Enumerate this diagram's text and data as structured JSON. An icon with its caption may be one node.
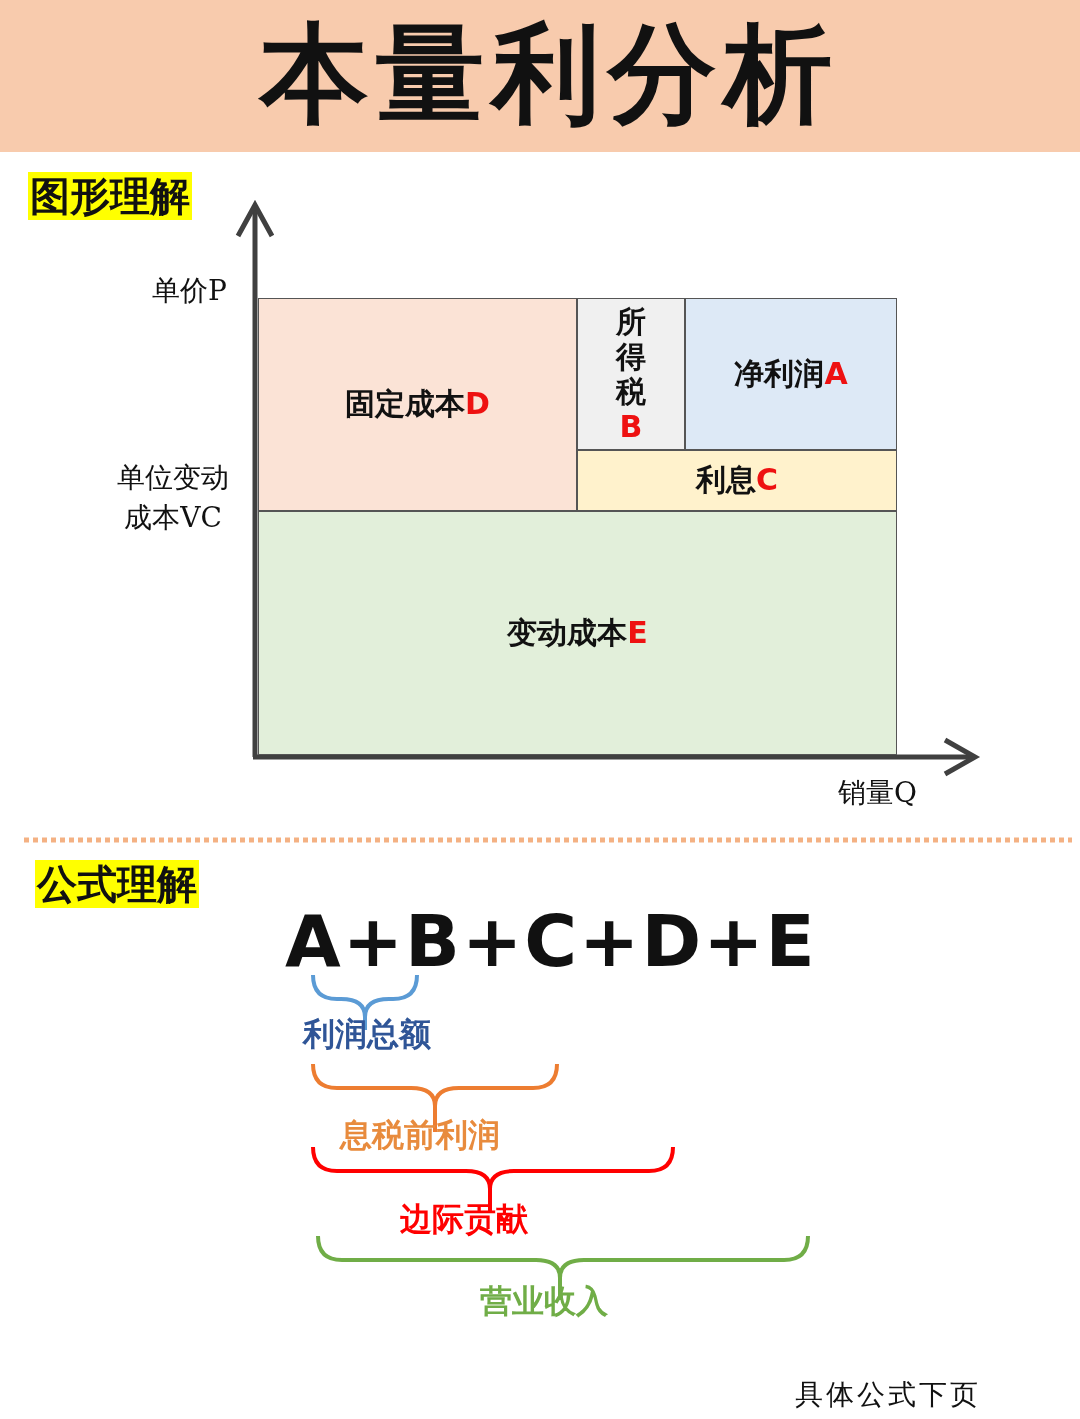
{
  "diagram": {
    "title": "本量利分析",
    "nodes": [
      {
        "text": [
          "固定成本",
          "D"
        ]
      },
      {
        "text": [
          "所得税",
          "B"
        ]
      },
      {
        "text": [
          "净利润",
          "A"
        ]
      },
      {
        "text": [
          "利息",
          "C"
        ]
      },
      {
        "text": [
          "变动成本",
          "E"
        ]
      }
    ],
    "labels": [
      "图形理解",
      "单价P",
      "单位变动成本VC",
      "销量Q",
      "公式理解",
      "A+B+C+D+E",
      "利润总额",
      "息税前利润",
      "边际贡献",
      "营业收入",
      "具体公式下页"
    ]
  }
}
